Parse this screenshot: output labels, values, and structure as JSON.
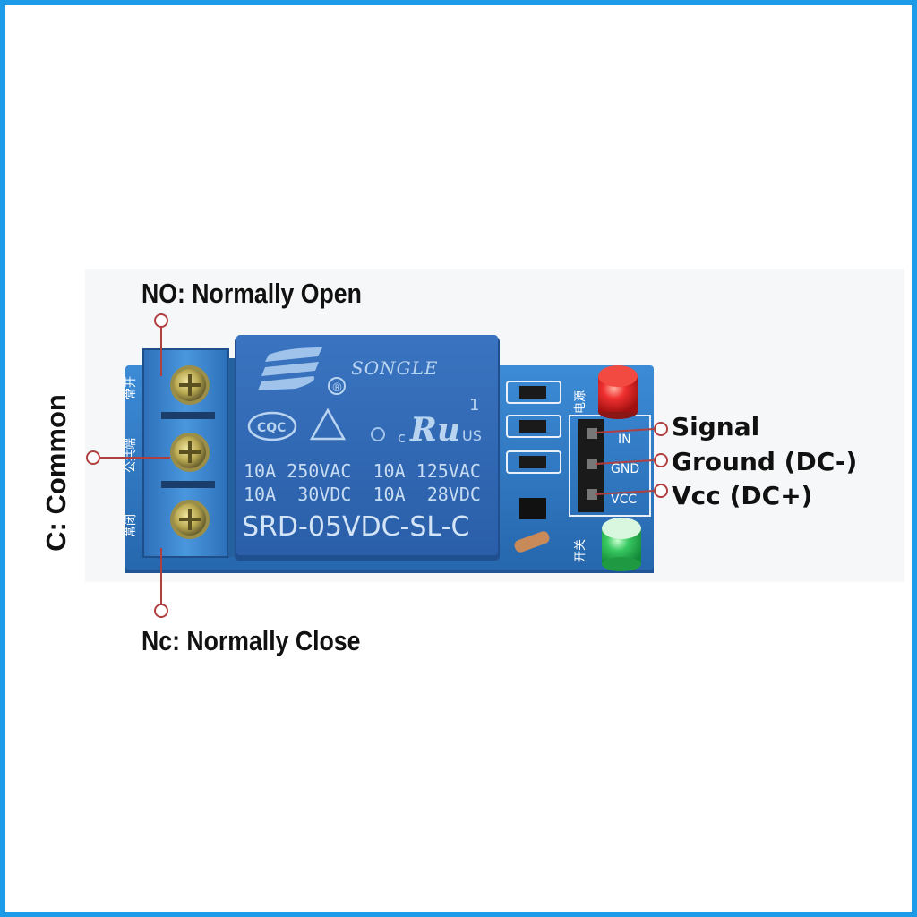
{
  "labels": {
    "no": "NO: Normally Open",
    "nc": "Nc: Normally Close",
    "common": "C: Common",
    "signal": "Signal",
    "ground": "Ground (DC-)",
    "vcc": "Vcc (DC+)"
  },
  "relay": {
    "brand": "SONGLE",
    "registered": "®",
    "cqc": "CQC",
    "channel": "1",
    "ul_c": "c",
    "ul_mark": "Ru",
    "ul_us": "US",
    "rating_line1": "10A 250VAC  10A 125VAC",
    "rating_line2": "10A  30VDC  10A  28VDC",
    "model": "SRD-05VDC-SL-C"
  },
  "board": {
    "pin_in": "IN",
    "pin_gnd": "GND",
    "pin_vcc": "VCC",
    "power_led_label": "电源",
    "switch_led_label": "开关",
    "terminal_text_1": "常开",
    "terminal_text_2": "公共端",
    "terminal_text_3": "常闭"
  },
  "colors": {
    "frame": "#1e9be8",
    "pcb": "#2f7fc8",
    "relay_body": "#2d66b2",
    "terminal": "#3a86d0",
    "led_red": "#e8262a",
    "led_green": "#2fc35a",
    "callout_line": "#b04040"
  }
}
